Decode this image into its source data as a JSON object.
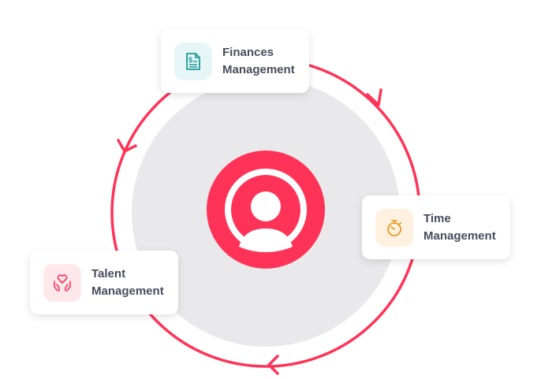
{
  "colors": {
    "accent": "#ff3358",
    "ring": "#ff3358",
    "disc": "#e9e9ec"
  },
  "center": {
    "icon": "user-icon"
  },
  "cards": [
    {
      "line1": "Finances",
      "line2": "Management",
      "icon": "invoice-dollar-icon",
      "icon_bg": "#e6f6f6",
      "icon_color": "#1f9a9a"
    },
    {
      "line1": "Time",
      "line2": "Management",
      "icon": "stopwatch-icon",
      "icon_bg": "#fff1e0",
      "icon_color": "#e8900c"
    },
    {
      "line1": "Talent",
      "line2": "Management",
      "icon": "heart-hands-icon",
      "icon_bg": "#ffe8ec",
      "icon_color": "#ff3358"
    }
  ]
}
